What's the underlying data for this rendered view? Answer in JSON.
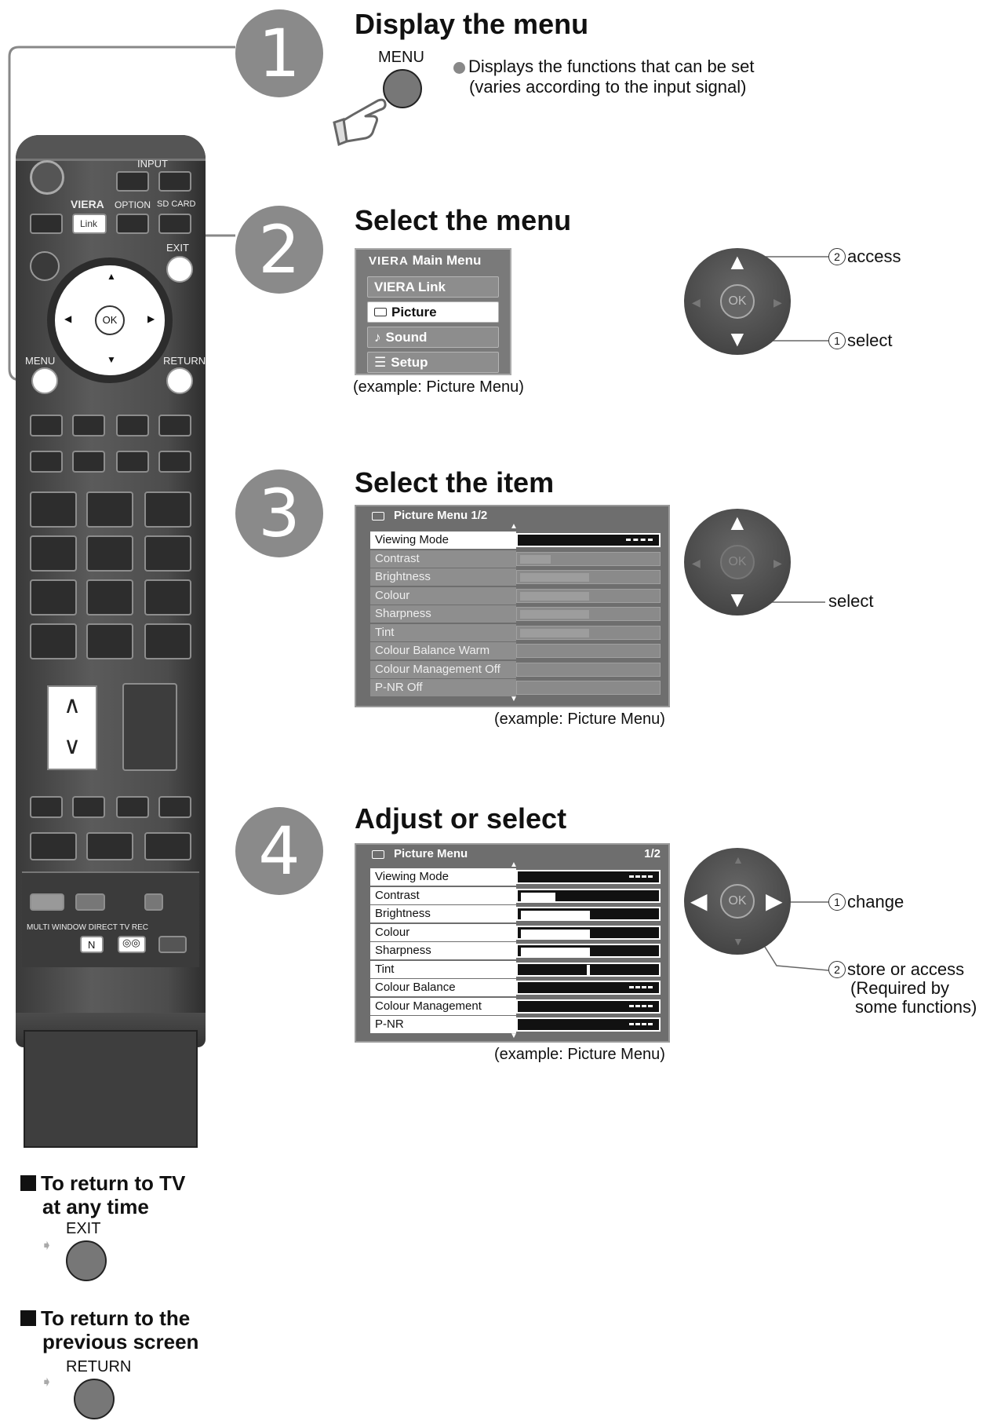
{
  "steps": [
    {
      "num": "1",
      "title": "Display the menu"
    },
    {
      "num": "2",
      "title": "Select the menu"
    },
    {
      "num": "3",
      "title": "Select the item"
    },
    {
      "num": "4",
      "title": "Adjust or select"
    }
  ],
  "step1": {
    "button_label": "MENU",
    "desc_line1": "Displays the functions that can be set",
    "desc_line2": "(varies according to the input signal)"
  },
  "remote": {
    "input": "INPUT",
    "viera": "VIERA",
    "link": "Link",
    "option": "OPTION",
    "sdcard": "SD CARD",
    "exit": "EXIT",
    "ok": "OK",
    "menu": "MENU",
    "return": "RETURN",
    "ch_up": "∧",
    "ch_down": "∨",
    "bottom_label": "MULTI WINDOW DIRECT TV REC",
    "n_key": "N"
  },
  "main_menu": {
    "title": "Main Menu",
    "items": [
      "VIERA Link",
      "Picture",
      "Sound",
      "Setup"
    ],
    "selected": 1,
    "caption": "(example: Picture Menu)"
  },
  "dpad_step2": {
    "ok": "OK",
    "access_num": "2",
    "access": "access",
    "select_num": "1",
    "select": "select"
  },
  "picture_menu_step3": {
    "title": "Picture Menu 1/2",
    "rows": [
      {
        "label": "Viewing Mode",
        "fill": 1.0,
        "dark": true
      },
      {
        "label": "Contrast",
        "fill": 0.22,
        "dark": false
      },
      {
        "label": "Brightness",
        "fill": 0.5,
        "dark": false
      },
      {
        "label": "Colour",
        "fill": 0.5,
        "dark": false
      },
      {
        "label": "Sharpness",
        "fill": 0.5,
        "dark": false
      },
      {
        "label": "Tint",
        "fill": 0.5,
        "dark": false
      },
      {
        "label": "Colour Balance Warm",
        "fill": 0,
        "dark": false
      },
      {
        "label": "Colour Management Off",
        "fill": 0,
        "dark": false
      },
      {
        "label": "P-NR Off",
        "fill": 0,
        "dark": false
      }
    ],
    "caption": "(example: Picture Menu)"
  },
  "dpad_step3": {
    "ok": "OK",
    "select": "select"
  },
  "picture_menu_step4": {
    "title": "Picture Menu",
    "page": "1/2",
    "rows": [
      {
        "label": "Viewing Mode",
        "type": "mode"
      },
      {
        "label": "Contrast",
        "type": "bar",
        "fill": 0.25
      },
      {
        "label": "Brightness",
        "type": "bar",
        "fill": 0.5
      },
      {
        "label": "Colour",
        "type": "bar",
        "fill": 0.5
      },
      {
        "label": "Sharpness",
        "type": "bar",
        "fill": 0.5
      },
      {
        "label": "Tint",
        "type": "tint"
      },
      {
        "label": "Colour Balance",
        "type": "mode"
      },
      {
        "label": "Colour Management",
        "type": "mode"
      },
      {
        "label": "P-NR",
        "type": "mode"
      }
    ],
    "caption": "(example: Picture Menu)"
  },
  "dpad_step4": {
    "ok": "OK",
    "change_num": "1",
    "change": "change",
    "store_num": "2",
    "store_line1": "store or access",
    "store_line2": "(Required by",
    "store_line3": "some functions)"
  },
  "notes": [
    {
      "line1": "To return to TV",
      "line2": "at any time",
      "button": "EXIT"
    },
    {
      "line1": "To return to the",
      "line2": "previous screen",
      "button": "RETURN"
    }
  ],
  "colors": {
    "circle": "#8a8a8a",
    "remote_body": "#4a4a4a",
    "menu_bg": "#6e6e6e"
  }
}
